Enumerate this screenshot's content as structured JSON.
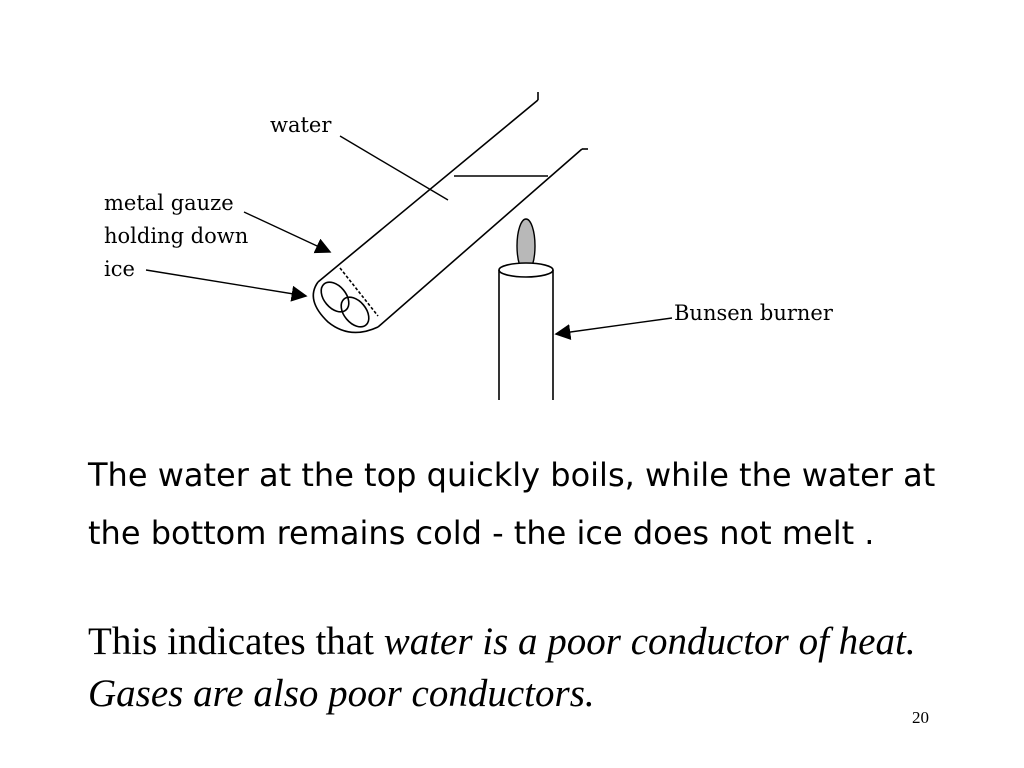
{
  "diagram": {
    "labels": {
      "water": "water",
      "gauze_line1": "metal gauze",
      "gauze_line2": "holding down",
      "gauze_line3": "ice",
      "burner": "Bunsen burner"
    },
    "colors": {
      "ink": "#000000",
      "flame": "#b8b8b8"
    }
  },
  "caption": "The water at the top quickly boils, while the water at the bottom remains cold - the ice does not melt .",
  "conclusion": {
    "plain": "This indicates that ",
    "italic": "water is a poor conductor of heat. Gases are also poor conductors."
  },
  "slide_number": "20"
}
